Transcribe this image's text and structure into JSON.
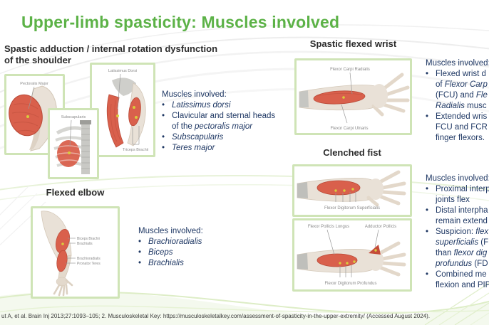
{
  "title": "Upper-limb spasticity: Muscles involved",
  "colors": {
    "accent_green": "#5CB247",
    "card_border": "#CFE4B6",
    "text_navy": "#1F3864",
    "muscle_red": "#D9604C"
  },
  "shoulder": {
    "heading_line1": "Spastic adduction / internal rotation dysfunction",
    "heading_line2": "of the shoulder",
    "muscles_header": "Muscles involved:",
    "muscles": [
      {
        "b": true,
        "seg": [
          {
            "t": "Latissimus dorsi",
            "i": true
          }
        ]
      },
      {
        "b": true,
        "seg": [
          {
            "t": "Clavicular and sternal heads"
          }
        ]
      },
      {
        "b": false,
        "seg": [
          {
            "t": "of the "
          },
          {
            "t": "pectoralis major",
            "i": true
          }
        ]
      },
      {
        "b": true,
        "seg": [
          {
            "t": "Subscapularis",
            "i": true
          }
        ]
      },
      {
        "b": true,
        "seg": [
          {
            "t": "Teres major",
            "i": true
          }
        ]
      }
    ],
    "image_labels": {
      "pectoralis": "Pectoralis Major",
      "subscapularis": "Subscapularis",
      "latissimus": "Latissimus Dorsi",
      "triceps": "Triceps Brachii"
    }
  },
  "elbow": {
    "heading": "Flexed elbow",
    "muscles_header": "Muscles involved:",
    "muscles": [
      {
        "b": true,
        "seg": [
          {
            "t": "Brachioradialis",
            "i": true
          }
        ]
      },
      {
        "b": true,
        "seg": [
          {
            "t": "Biceps",
            "i": true
          }
        ]
      },
      {
        "b": true,
        "seg": [
          {
            "t": "Brachialis",
            "i": true
          }
        ]
      }
    ],
    "image_labels": {
      "biceps": "Biceps Brachii",
      "brachialis": "Brachialis",
      "brachioradialis": "Brachioradialis",
      "pronator": "Pronator Teres"
    }
  },
  "wrist": {
    "heading": "Spastic flexed wrist",
    "muscles_header": "Muscles involved:",
    "notes": [
      {
        "b": true,
        "seg": [
          {
            "t": "Flexed wrist d"
          }
        ]
      },
      {
        "b": false,
        "seg": [
          {
            "t": "of "
          },
          {
            "t": "Flexor Carp",
            "i": true
          }
        ]
      },
      {
        "b": false,
        "seg": [
          {
            "t": "(FCU) and "
          },
          {
            "t": "Fle",
            "i": true
          }
        ]
      },
      {
        "b": false,
        "seg": [
          {
            "t": "Radialis",
            "i": true
          },
          {
            "t": " musc"
          }
        ]
      },
      {
        "b": true,
        "seg": [
          {
            "t": "Extended wris"
          }
        ]
      },
      {
        "b": false,
        "seg": [
          {
            "t": "FCU and FCR"
          }
        ]
      },
      {
        "b": false,
        "seg": [
          {
            "t": "finger flexors."
          }
        ]
      }
    ],
    "image_labels": {
      "radialis": "Flexor Carpi Radialis",
      "ulnaris": "Flexor Carpi Ulnaris"
    }
  },
  "fist": {
    "heading": "Clenched fist",
    "muscles_header": "Muscles involved:",
    "notes": [
      {
        "b": true,
        "seg": [
          {
            "t": "Proximal interp"
          }
        ]
      },
      {
        "b": false,
        "seg": [
          {
            "t": "joints flex"
          }
        ]
      },
      {
        "b": true,
        "seg": [
          {
            "t": "Distal interpha"
          }
        ]
      },
      {
        "b": false,
        "seg": [
          {
            "t": "remain extend"
          }
        ]
      },
      {
        "b": true,
        "seg": [
          {
            "t": "Suspicion: "
          },
          {
            "t": "flex",
            "i": true
          }
        ]
      },
      {
        "b": false,
        "seg": [
          {
            "t": "superficialis",
            "i": true
          },
          {
            "t": " (F"
          }
        ]
      },
      {
        "b": false,
        "seg": [
          {
            "t": "than "
          },
          {
            "t": "flexor dig",
            "i": true
          }
        ]
      },
      {
        "b": false,
        "seg": [
          {
            "t": "profundus",
            "i": true
          },
          {
            "t": " (FD"
          }
        ]
      },
      {
        "b": true,
        "seg": [
          {
            "t": "Combined me"
          }
        ]
      },
      {
        "b": false,
        "seg": [
          {
            "t": "flexion and PIP"
          }
        ]
      }
    ],
    "image_labels": {
      "superficialis": "Flexor Digitorum Superficialis",
      "pollicis_longus": "Flexor Pollicis Longus",
      "adductor": "Adductor Pollicis",
      "profundus": "Flexor Digitorum Profundus"
    }
  },
  "footer": "ut A, et al. Brain Inj 2013;27:1093–105;  2. Musculoskeletal Key: https://musculoskeletalkey.com/assessment-of-spasticity-in-the-upper-extremity/ (Accessed August 2024)."
}
